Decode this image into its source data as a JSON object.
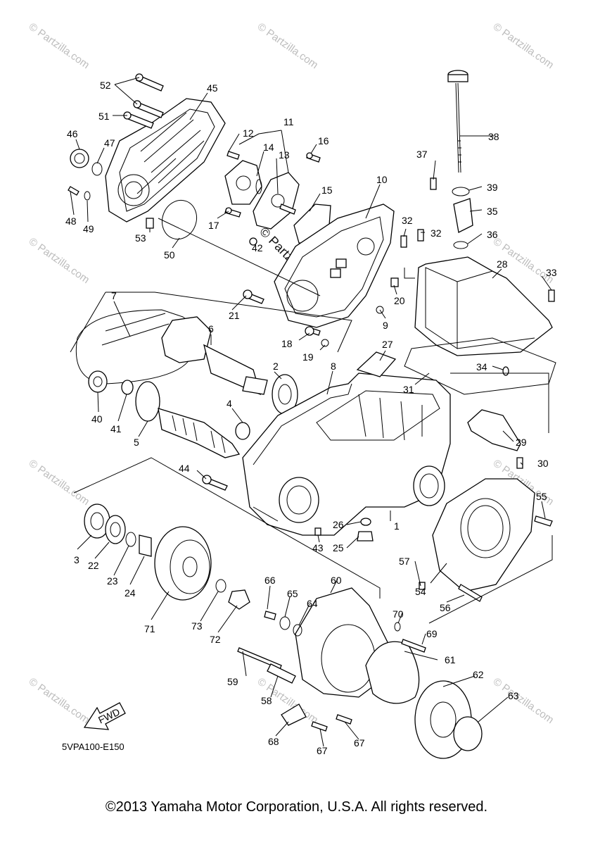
{
  "diagram": {
    "drawing_ref": "5VPA100-E150",
    "fwd_label": "FWD",
    "watermark": "© Partzilla.com",
    "copyright": "©2013 Yamaha Motor Corporation, U.S.A. All rights reserved.",
    "callouts": [
      {
        "n": "1"
      },
      {
        "n": "2"
      },
      {
        "n": "3"
      },
      {
        "n": "4"
      },
      {
        "n": "5"
      },
      {
        "n": "6"
      },
      {
        "n": "7"
      },
      {
        "n": "8"
      },
      {
        "n": "9"
      },
      {
        "n": "10"
      },
      {
        "n": "11"
      },
      {
        "n": "12"
      },
      {
        "n": "13"
      },
      {
        "n": "14"
      },
      {
        "n": "15"
      },
      {
        "n": "16"
      },
      {
        "n": "17"
      },
      {
        "n": "18"
      },
      {
        "n": "19"
      },
      {
        "n": "20"
      },
      {
        "n": "21"
      },
      {
        "n": "22"
      },
      {
        "n": "23"
      },
      {
        "n": "24"
      },
      {
        "n": "25"
      },
      {
        "n": "26"
      },
      {
        "n": "27"
      },
      {
        "n": "28"
      },
      {
        "n": "29"
      },
      {
        "n": "30"
      },
      {
        "n": "31"
      },
      {
        "n": "32"
      },
      {
        "n": "32"
      },
      {
        "n": "33"
      },
      {
        "n": "34"
      },
      {
        "n": "35"
      },
      {
        "n": "36"
      },
      {
        "n": "37"
      },
      {
        "n": "38"
      },
      {
        "n": "39"
      },
      {
        "n": "40"
      },
      {
        "n": "41"
      },
      {
        "n": "42"
      },
      {
        "n": "43"
      },
      {
        "n": "44"
      },
      {
        "n": "45"
      },
      {
        "n": "46"
      },
      {
        "n": "47"
      },
      {
        "n": "48"
      },
      {
        "n": "49"
      },
      {
        "n": "50"
      },
      {
        "n": "51"
      },
      {
        "n": "52"
      },
      {
        "n": "53"
      },
      {
        "n": "54"
      },
      {
        "n": "55"
      },
      {
        "n": "56"
      },
      {
        "n": "57"
      },
      {
        "n": "58"
      },
      {
        "n": "59"
      },
      {
        "n": "60"
      },
      {
        "n": "61"
      },
      {
        "n": "62"
      },
      {
        "n": "63"
      },
      {
        "n": "64"
      },
      {
        "n": "65"
      },
      {
        "n": "66"
      },
      {
        "n": "67"
      },
      {
        "n": "67"
      },
      {
        "n": "68"
      },
      {
        "n": "69"
      },
      {
        "n": "70"
      },
      {
        "n": "71"
      },
      {
        "n": "72"
      },
      {
        "n": "73"
      }
    ]
  }
}
